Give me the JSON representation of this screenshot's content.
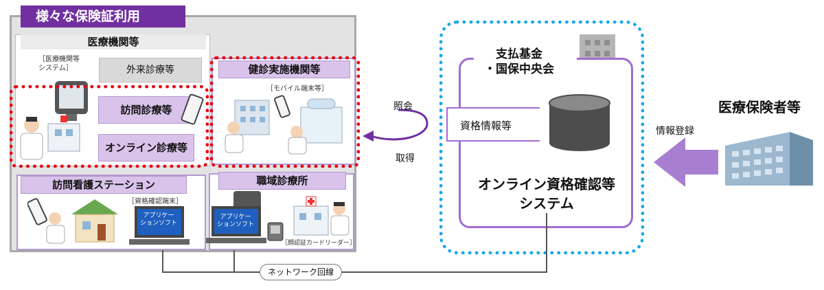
{
  "title": "様々な保険証利用",
  "medical": {
    "header": "医療機関等",
    "system_note": "［医療機関等\nシステム］",
    "outpatient": "外来診療等",
    "home_visit": "訪問診療等",
    "online": "オンライン診療等"
  },
  "checkup": {
    "header": "健診実施機関等",
    "mobile_note": "［モバイル端末等］"
  },
  "nursing": {
    "header": "訪問看護ステーション",
    "terminal_note": "［資格確認端末］"
  },
  "workplace": {
    "header": "職域診療所",
    "reader_note": "［顔認証カードリーダー］"
  },
  "app_label": "アプリケー\nションソフト",
  "arrows": {
    "inquiry": "照会",
    "acquire": "取得",
    "register": "情報登録"
  },
  "center": {
    "org": "支払基金\n・国保中央会",
    "info": "資格情報等",
    "system": "オンライン資格確認等\nシステム"
  },
  "insurer": "医療保険者等",
  "network": "ネットワーク回線",
  "colors": {
    "purple": "#7030a0",
    "light_purple": "#d9c3ea",
    "red_dash": "#e60012",
    "blue_dash": "#1aa7e8",
    "arrow_purple": "#a87fd0"
  }
}
